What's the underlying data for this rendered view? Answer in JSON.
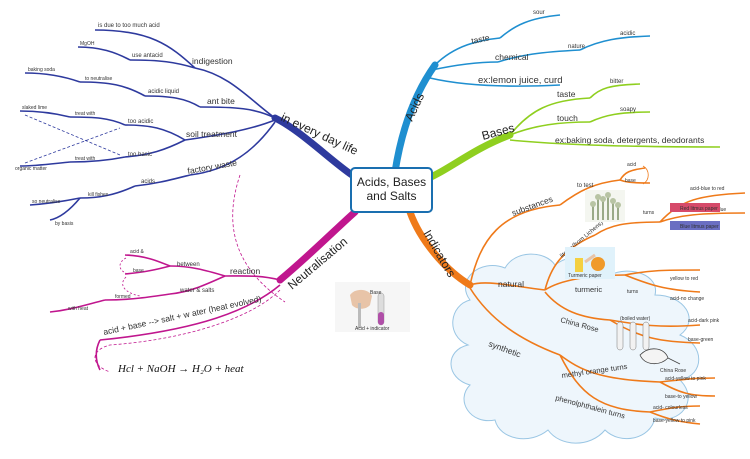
{
  "center": {
    "line1": "Acids, Bases",
    "line2": "and Salts"
  },
  "acids": {
    "label": "Acids",
    "taste": "taste",
    "sour": "sour",
    "chemical": "chemical",
    "nature": "nature",
    "acidic": "acidic",
    "examples": "ex:lemon juice, curd"
  },
  "bases": {
    "label": "Bases",
    "taste": "taste",
    "bitter": "bitter",
    "touch": "touch",
    "soapy": "soapy",
    "examples": "ex:baking soda, detergents, deodorants"
  },
  "everyday": {
    "label": "in every day life",
    "indigestion": "indigestion",
    "cause": "is due to too much acid",
    "antacid": "use antacid",
    "mgoh": "MgOH",
    "ant_bite": "ant bite",
    "acidic_liquid": "acidic liquid",
    "to_neutralise": "to neutralise",
    "baking_soda": "baking soda",
    "soil": "soil treatment",
    "too_acidic": "too acidic",
    "too_basic": "too basic",
    "treat_with_1": "treat with",
    "treat_with_2": "treat with",
    "slaked_lime": "slaked lime",
    "organic_matter": "organic matter",
    "factory": "factory waste",
    "acids": "acids",
    "kill_fishes": "kill fishes",
    "so_neutralise": "so neutralise",
    "by_basis": "by basis"
  },
  "neutralisation": {
    "label": "Neutralisation",
    "reaction": "reaction",
    "between": "between",
    "acid_and": "acid &",
    "base": "base",
    "water_salts": "water & salts",
    "formed": "formed",
    "with_heat": "with heat",
    "word_equation": "acid + base --> salt + w ater (heat evolved)",
    "chem_equation": "Hcl + NaOH → H₂O + heat",
    "photo_caption1": "Base",
    "photo_caption2": "Acid + indicator"
  },
  "indicators": {
    "label": "Indicators",
    "substances": "substances",
    "to_test": "to test",
    "acid": "acid",
    "base": "base",
    "natural": "natural",
    "litmus": "litmus(from Lichens)",
    "turns": "turns",
    "acid_blue_red": "acid-blue to red",
    "base_red_blue": "base-red to blue",
    "litmus_label1": "Red litmus paper",
    "litmus_label2": "Blue litmus paper",
    "turmeric": "turmeric",
    "turmeric_turns": "turns",
    "turmeric_caption": "Turmeric paper",
    "yellow_red": "yellow to red",
    "acid_no_change": "acid-no change",
    "china_rose": "China Rose",
    "china_caption": "(boiled water)",
    "acid_dark_pink": "acid-dark pink",
    "base_green": "base-green",
    "synthetic": "synthetic",
    "methyl_orange": "methyl orange turns",
    "mo_acid": "acid-yellow to pink",
    "mo_base": "base-to yellow",
    "phenolphthalein": "phenolphthalein turns",
    "ph_acid": "acid- colourless",
    "ph_base": "base-yellow to pink",
    "flower_caption": "China Rose"
  },
  "colors": {
    "acids": "#1f8fd0",
    "bases": "#8fcf1f",
    "everyday": "#2e3a9e",
    "neutralisation": "#c0168e",
    "indicators": "#ef7a1a",
    "center_border": "#1a6fb0"
  }
}
